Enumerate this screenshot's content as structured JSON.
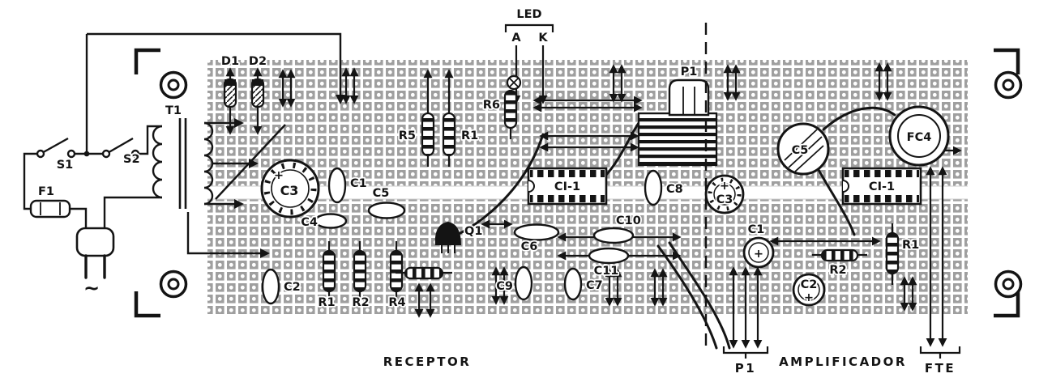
{
  "colors": {
    "pad_gray": "#9f9f9f",
    "ink": "#141414"
  },
  "diagram": {
    "led": {
      "title": "LED",
      "anode": "A",
      "cathode": "K"
    },
    "power": {
      "s1": "S1",
      "s2": "S2",
      "f1": "F1",
      "t1": "T1",
      "ac_symbol": "~",
      "d1": "D1",
      "d2": "D2"
    },
    "receptor": {
      "label": "RECEPTOR",
      "c1": "C1",
      "c2": "C2",
      "c3": "C3",
      "c4": "C4",
      "c5": "C5",
      "c6": "C6",
      "c7": "C7",
      "c8": "C8",
      "c9": "C9",
      "c10": "C10",
      "c11": "C11",
      "r1": "R1",
      "r2": "R2",
      "r4": "R4",
      "r5": "R5",
      "r1_top": "R1",
      "r6": "R6",
      "q1": "Q1",
      "ci1": "CI-1",
      "p1": "P1",
      "plus": "+"
    },
    "amplificador": {
      "label": "AMPLIFICADOR",
      "c1": "C1",
      "c2": "C2",
      "c3": "C3",
      "c5": "C5",
      "fc4": "FC4",
      "r1": "R1",
      "r2": "R2",
      "ci1": "CI-1",
      "plus": "+"
    },
    "bottom": {
      "p1": "P1",
      "fte": "FTE"
    }
  }
}
